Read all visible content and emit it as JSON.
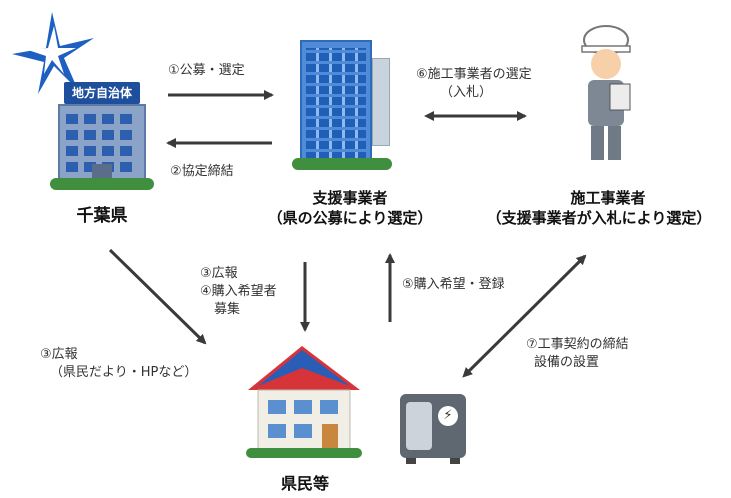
{
  "nodes": {
    "prefecture": {
      "name": "千葉県",
      "sign": "地方自治体"
    },
    "support": {
      "name": "支援事業者",
      "note": "（県の公募により選定）"
    },
    "contractor": {
      "name": "施工事業者",
      "note": "（支援事業者が入札により選定）"
    },
    "residents": {
      "name": "県民等"
    }
  },
  "edges": {
    "e1": "①公募・選定",
    "e2": "②協定締結",
    "e6a": "⑥施工事業者の選定",
    "e6b": "（入札）",
    "e3a_1": "③広報",
    "e3a_2": "④購入希望者",
    "e3a_3": "募集",
    "e5": "⑤購入希望・登録",
    "e3b_1": "③広報",
    "e3b_2": "（県民だより・HPなど）",
    "e7_1": "⑦工事契約の締結",
    "e7_2": "設備の設置"
  },
  "colors": {
    "arrow": "#3a3a3a",
    "building_blue": "#3f7fd0",
    "roof_red": "#d7343a",
    "solar_blue": "#2a5db5"
  }
}
